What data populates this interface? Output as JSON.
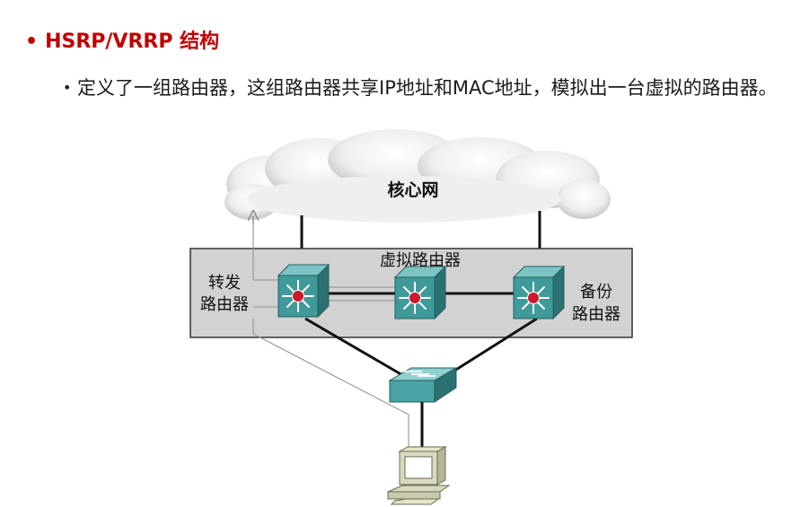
{
  "heading": {
    "bullet": "•",
    "title": "HSRP/VRRP 结构"
  },
  "description": {
    "bullet": "•",
    "text": "定义了一组路由器，这组路由器共享IP地址和MAC地址，模拟出一台虚拟的路由器。"
  },
  "diagram": {
    "cloud_label": "核心网",
    "virtual_router_label": "虚拟路由器",
    "forwarding_router_label": [
      "转发",
      "路由器"
    ],
    "backup_router_label": [
      "备份",
      "路由器"
    ]
  },
  "colors": {
    "heading": "#c00000",
    "router": "#3f9a9a",
    "router_dark": "#2b7172",
    "router_core": "#cc1a2a",
    "group_box": "#d2d2d2",
    "switch": "#4aa3a4"
  }
}
